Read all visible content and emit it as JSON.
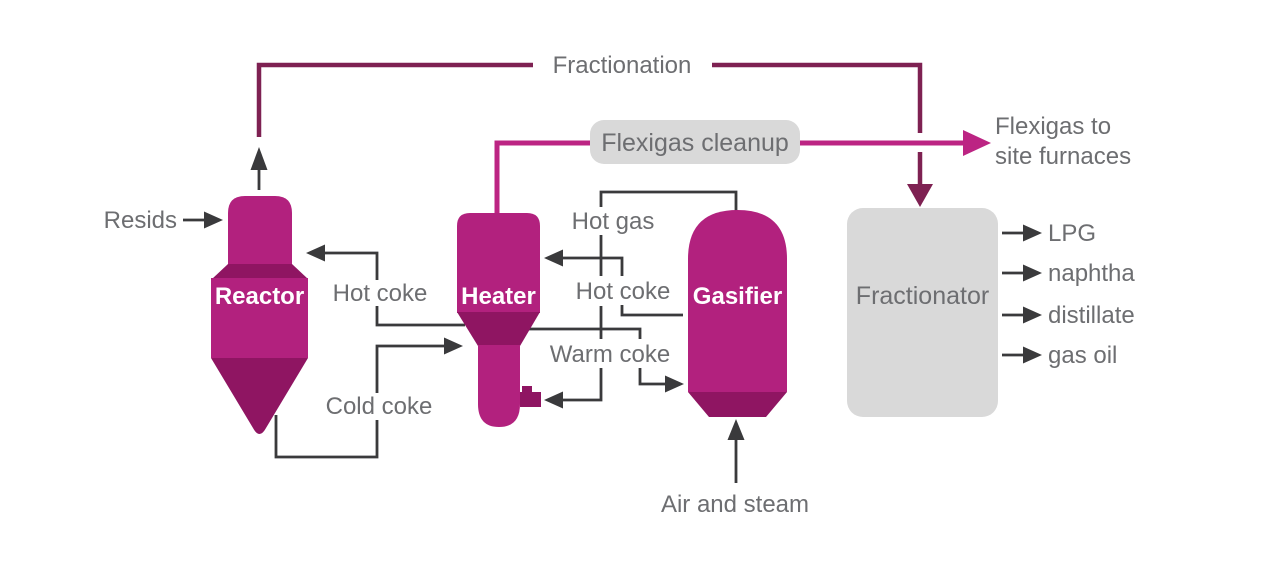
{
  "colors": {
    "magenta": "#b2217e",
    "magenta_dark": "#8f1562",
    "plum": "#7e2152",
    "pink": "#bc2483",
    "box_gray": "#d9d9d9",
    "text_gray": "#6d6e71",
    "line": "#3a3a3c"
  },
  "vessels": {
    "reactor": {
      "label": "Reactor"
    },
    "heater": {
      "label": "Heater"
    },
    "gasifier": {
      "label": "Gasifier"
    },
    "fractionator": {
      "label": "Fractionator"
    }
  },
  "boxes": {
    "flexigas_cleanup": {
      "label": "Flexigas cleanup"
    }
  },
  "streams": {
    "resids": {
      "label": "Resids"
    },
    "fractionation": {
      "label": "Fractionation"
    },
    "reactor_hot_coke": {
      "label": "Hot coke"
    },
    "cold_coke": {
      "label": "Cold coke"
    },
    "hot_gas": {
      "label": "Hot gas"
    },
    "gasifier_hot_coke": {
      "label": "Hot coke"
    },
    "warm_coke": {
      "label": "Warm coke"
    },
    "air_and_steam": {
      "label": "Air and steam"
    },
    "flexigas_to_site_furnaces": {
      "line1": "Flexigas to",
      "line2": "site furnaces"
    }
  },
  "products": {
    "items": [
      "LPG",
      "naphtha",
      "distillate",
      "gas oil"
    ]
  }
}
